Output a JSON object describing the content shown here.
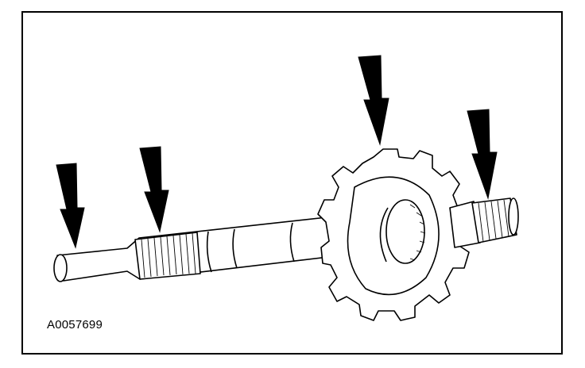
{
  "figure": {
    "id_label": "A0057699",
    "subject": "shaft-with-splined-hub",
    "callouts": [
      {
        "name": "left-shaft-end-arrow",
        "target": "shaft-end"
      },
      {
        "name": "spline-section-arrow",
        "target": "outer-spline"
      },
      {
        "name": "hub-arrow",
        "target": "toothed-hub"
      },
      {
        "name": "stub-spline-arrow",
        "target": "stub-spline"
      }
    ],
    "colors": {
      "ink": "#000000",
      "paper": "#ffffff"
    }
  }
}
